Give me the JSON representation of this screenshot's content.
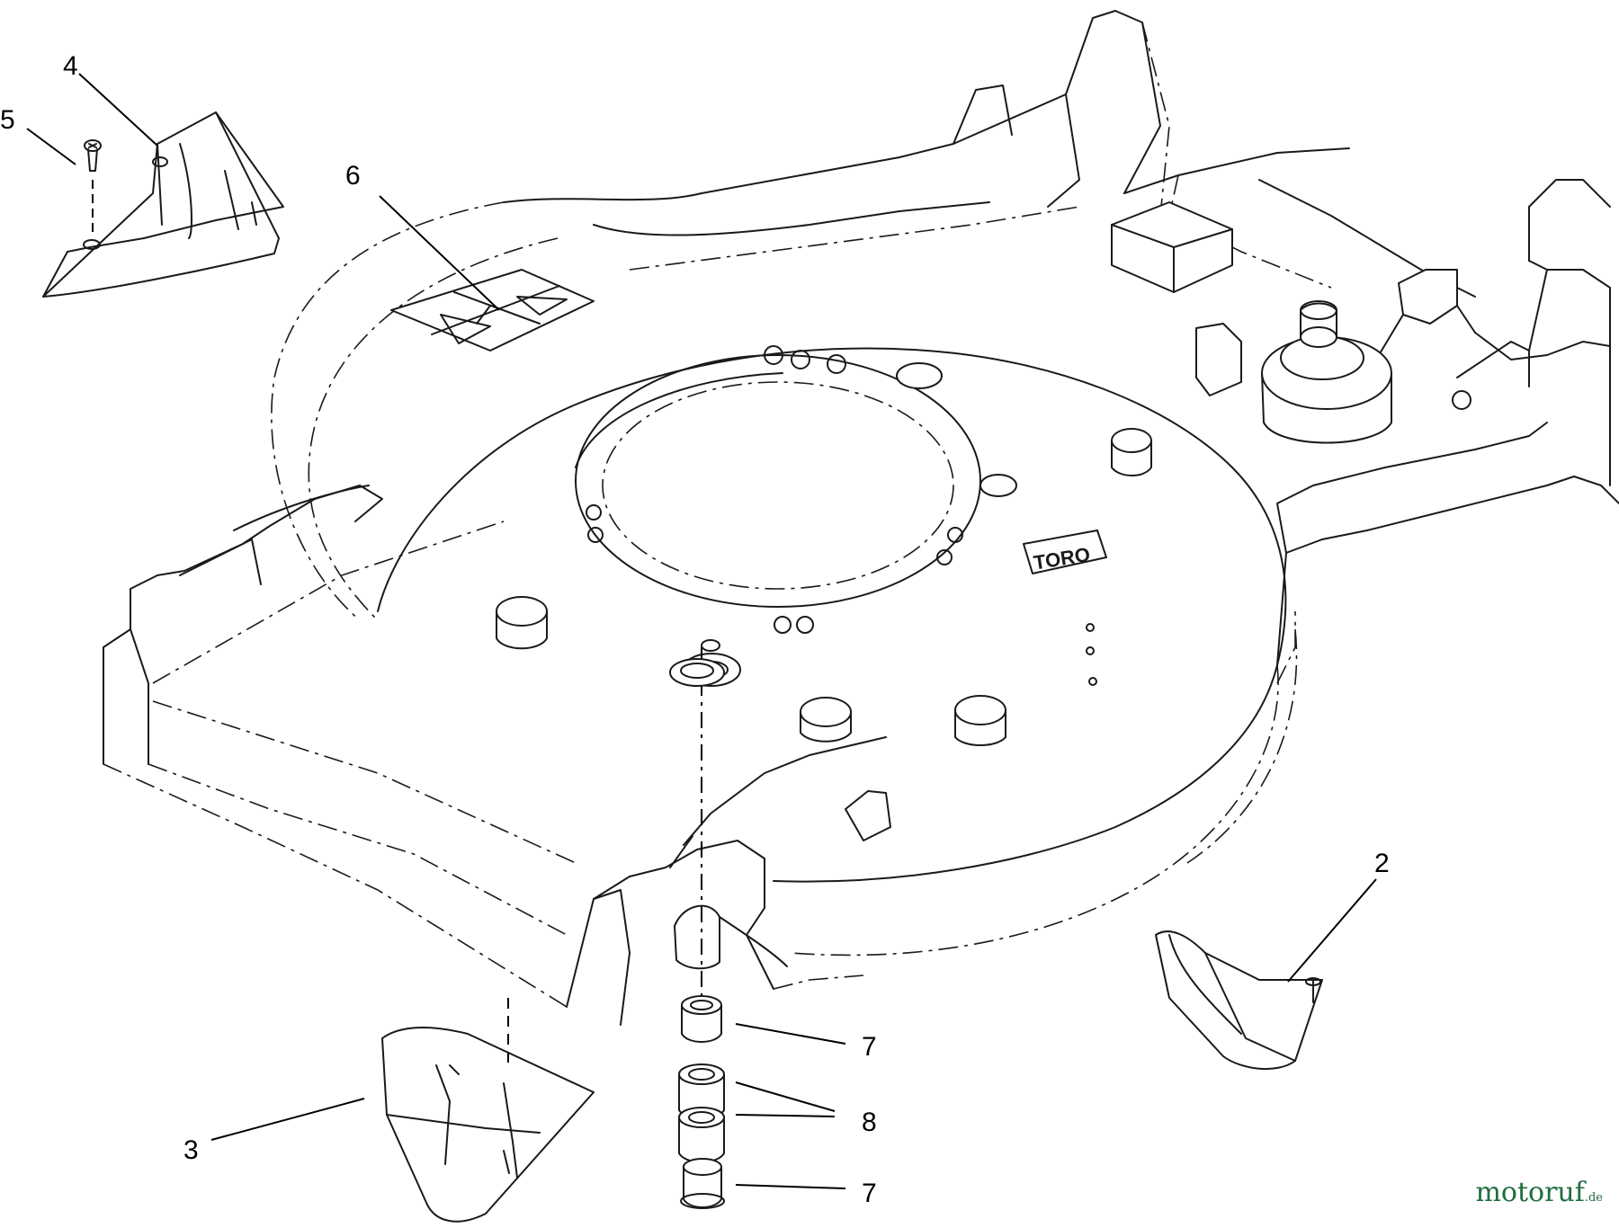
{
  "callouts": [
    "2",
    "3",
    "4",
    "5",
    "6",
    "7",
    "7",
    "8"
  ],
  "deck_logo": "TORO",
  "watermark": {
    "name": "motoruf",
    "tld": ".de"
  }
}
